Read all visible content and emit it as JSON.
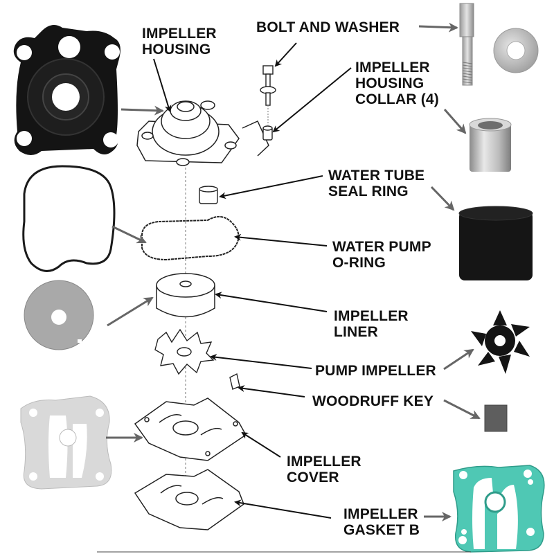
{
  "diagram": {
    "title": "Water pump impeller kit exploded view",
    "accent_colors": {
      "gasket_b": "#4fc8b4",
      "housing_photo": "#141414",
      "metal": "#c8c8c8",
      "gasket_gray": "#d9d9d9",
      "arrow_gray": "#666666",
      "line_black": "#111111"
    },
    "labels": [
      {
        "id": "impeller-housing",
        "lines": [
          "IMPELLER",
          "HOUSING"
        ]
      },
      {
        "id": "bolt-and-washer",
        "lines": [
          "BOLT AND WASHER"
        ]
      },
      {
        "id": "impeller-housing-collar",
        "lines": [
          "IMPELLER",
          "HOUSING",
          "COLLAR (4)"
        ]
      },
      {
        "id": "water-tube-seal-ring",
        "lines": [
          "WATER TUBE",
          "SEAL RING"
        ]
      },
      {
        "id": "water-pump-o-ring",
        "lines": [
          "WATER PUMP",
          "O-RING"
        ]
      },
      {
        "id": "impeller-liner",
        "lines": [
          "IMPELLER",
          "LINER"
        ]
      },
      {
        "id": "pump-impeller",
        "lines": [
          "PUMP IMPELLER"
        ]
      },
      {
        "id": "woodruff-key",
        "lines": [
          "WOODRUFF KEY"
        ]
      },
      {
        "id": "impeller-cover",
        "lines": [
          "IMPELLER",
          "COVER"
        ]
      },
      {
        "id": "impeller-gasket-b",
        "lines": [
          "IMPELLER",
          "GASKET B"
        ]
      }
    ]
  }
}
